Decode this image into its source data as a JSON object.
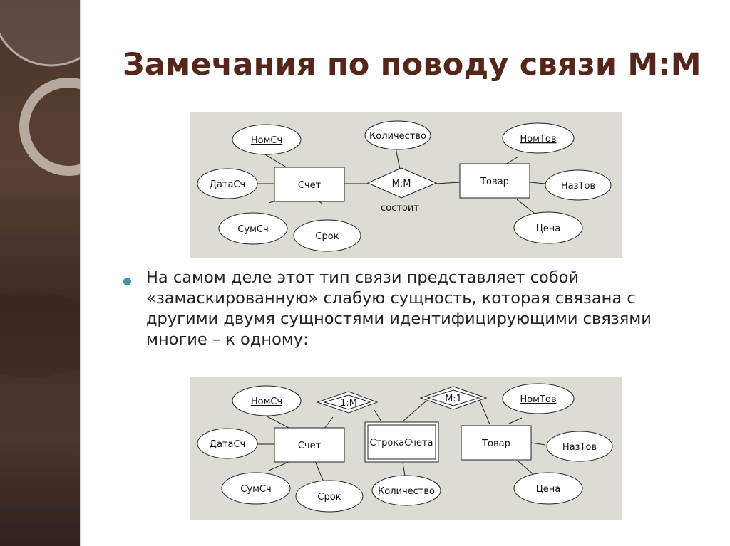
{
  "slide": {
    "title": "Замечания по поводу связи М:М",
    "bullet": "На самом деле этот тип связи представляет собой «замаскированную» слабую сущность, которая связана с другими двумя сущностями идентифицирующими связями многие – к одному:"
  },
  "diagram1": {
    "entities": {
      "schet": "Счет",
      "tovar": "Товар"
    },
    "relationship": {
      "label": "М:М",
      "name": "состоит"
    },
    "attributes": {
      "nomsch": "НомСч",
      "datasch": "ДатаСч",
      "sumsch": "СумСч",
      "srok": "Срок",
      "kolichestvo": "Количество",
      "nomtov": "НомТов",
      "naztov": "НазТов",
      "tsena": "Цена"
    }
  },
  "diagram2": {
    "entities": {
      "schet": "Счет",
      "strokaschet": "СтрокаСчета",
      "tovar": "Товар"
    },
    "relationships": {
      "r1": "1:М",
      "r2": "М:1"
    },
    "attributes": {
      "nomsch": "НомСч",
      "datasch": "ДатаСч",
      "sumsch": "СумСч",
      "srok": "Срок",
      "kolichestvo": "Количество",
      "nomtov": "НомТов",
      "naztov": "НазТов",
      "tsena": "Цена"
    }
  },
  "colors": {
    "title": "#55271a",
    "bullet": "#3e97a5",
    "diagram_bg": "#dcdbd4",
    "band": "#4a342a"
  }
}
